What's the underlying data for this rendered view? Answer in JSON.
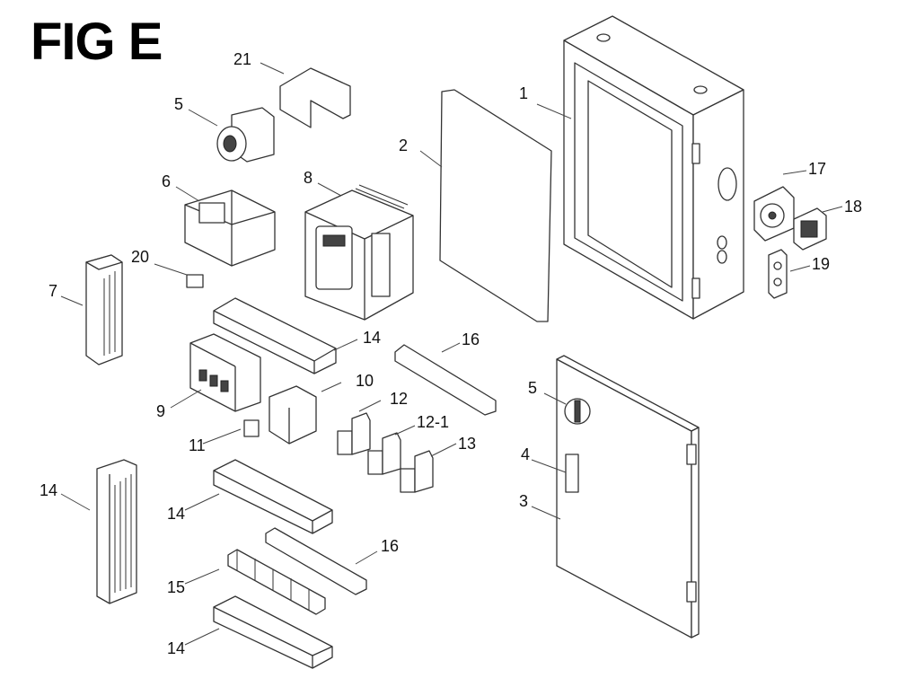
{
  "title": "FIG E",
  "labels": {
    "l1": "1",
    "l2": "2",
    "l3": "3",
    "l4": "4",
    "l5a": "5",
    "l5b": "5",
    "l6": "6",
    "l7": "7",
    "l8": "8",
    "l9": "9",
    "l10": "10",
    "l11": "11",
    "l12": "12",
    "l12_1": "12-1",
    "l13": "13",
    "l14a": "14",
    "l14b": "14",
    "l14c": "14",
    "l14d": "14",
    "l15": "15",
    "l16a": "16",
    "l16b": "16",
    "l17": "17",
    "l18": "18",
    "l19": "19",
    "l20": "20",
    "l21": "21"
  }
}
